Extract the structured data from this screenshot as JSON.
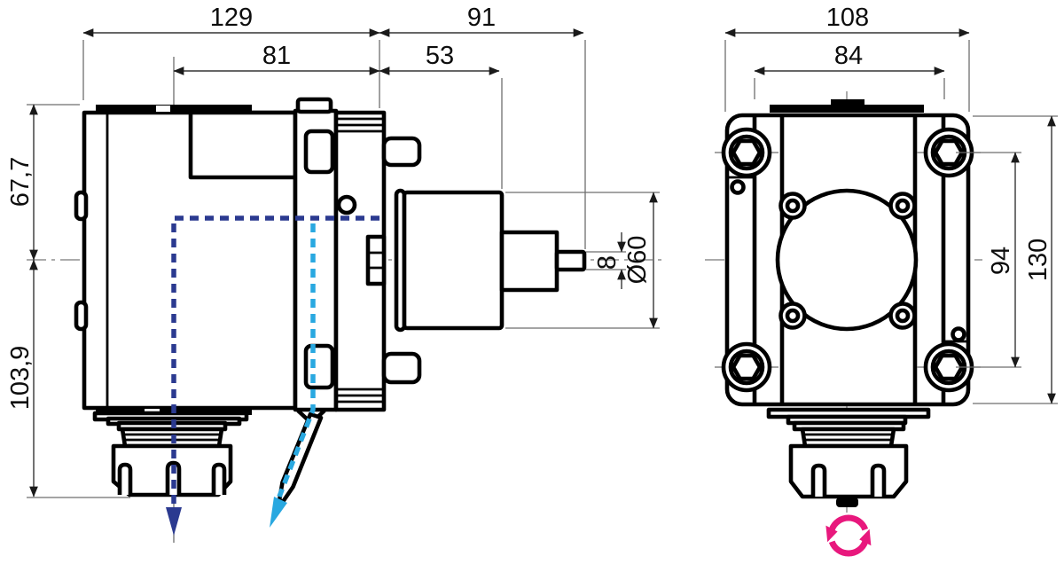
{
  "drawing": {
    "type": "technical-drawing",
    "description": "Two-view dimensioned drawing of a driven angle-head tool holder with ER collet",
    "views": {
      "side": {
        "label": "side-view",
        "dims": {
          "overall_width": "129",
          "shaft_extension": "91",
          "axis_to_face": "81",
          "face_to_body": "53",
          "upper_height": "67,7",
          "lower_height": "103,9",
          "tip_size": "8",
          "body_diameter": "Ø60"
        }
      },
      "front": {
        "label": "front-view",
        "dims": {
          "overall_width": "108",
          "body_width": "84",
          "bolt_spacing": "94",
          "overall_height": "130"
        }
      }
    },
    "colors": {
      "outline": "#000000",
      "dimension_line": "#353535",
      "centerline": "#8f8f8f",
      "navy_arrow": "#2b3a90",
      "cyan_arrow": "#29a8e0",
      "magenta_arrow": "#e8187d"
    },
    "icons": {
      "navy_arrow": "fixed spindle direction (down)",
      "cyan_arrow": "tilted spindle direction",
      "magenta_arrow": "rotation direction"
    }
  }
}
